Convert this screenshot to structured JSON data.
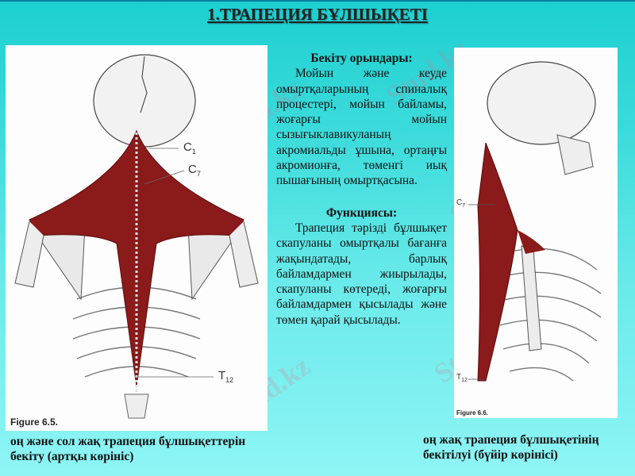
{
  "title": "1.ТРАПЕЦИЯ БҰЛШЫҚЕТІ",
  "figures": {
    "left": {
      "label": "Figure 6.5.",
      "markers": [
        {
          "text": "C",
          "sub": "1"
        },
        {
          "text": "C",
          "sub": "7"
        },
        {
          "text": "T",
          "sub": "12"
        }
      ],
      "caption": "оң және сол жақ трапеция бұлшықеттерін бекіту (артқы көрініс)"
    },
    "right": {
      "label": "Figure 6.6.",
      "markers": [
        {
          "text": "C",
          "sub": "7"
        },
        {
          "text": "T",
          "sub": "12"
        }
      ],
      "caption": "оң жақ трапеция бұлшықетінің бекітілуі (бүйір көрінісі)"
    }
  },
  "attachment": {
    "heading": "Бекіту орындары:",
    "text": "Мойын және кеуде омыртқаларының спиналық процестері, мойын байламы, жоғарғы мойын сызығыклавикуланың акромиальды ұшына, ортаңғы акромионға, төменгі иық пышағының омыртқасына."
  },
  "function": {
    "heading": "Функциясы:",
    "text": "Трапеция тәрізді бұлшықет скапуланы омыртқалы бағанға жақындатады, барлық байламдармен жиырылады, скапуланы көтереді, жоғарғы байламдармен қысылады және төмен қарай қысылады."
  },
  "watermark": "Stud.kz",
  "colors": {
    "background_top": "#1ccfd0",
    "background_bottom": "#8ff5f5",
    "muscle": "#8b1a1a",
    "text": "#111111"
  }
}
